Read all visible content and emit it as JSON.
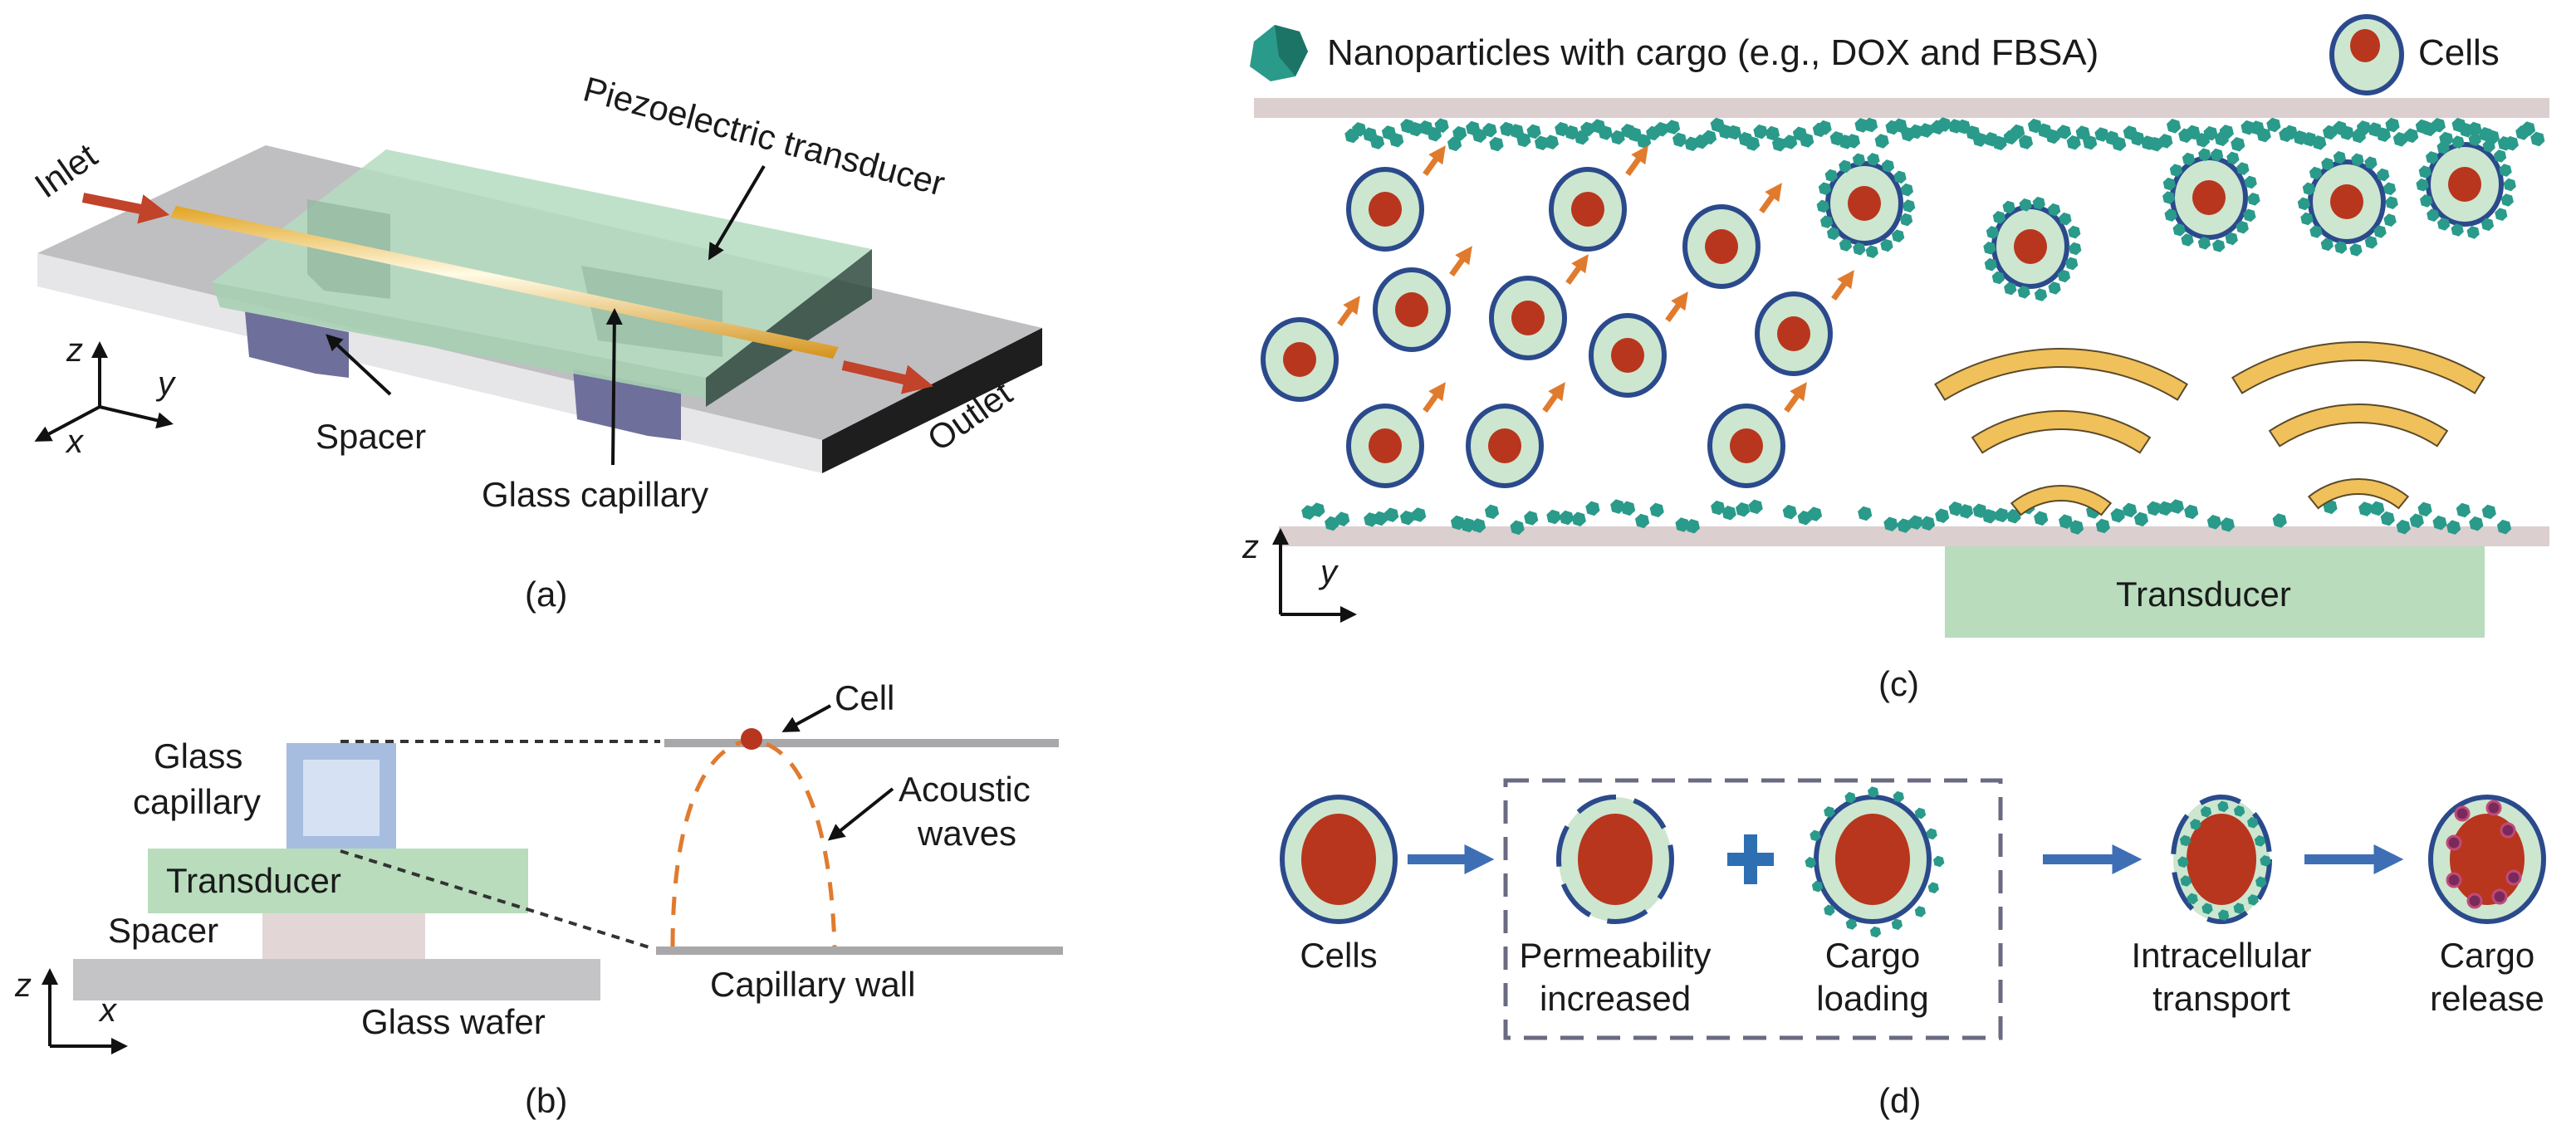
{
  "figure": {
    "panels": {
      "a": {
        "caption": "(a)",
        "labels": {
          "inlet": "Inlet",
          "outlet": "Outlet",
          "piezo": "Piezoelectric transducer",
          "spacer": "Spacer",
          "capillary": "Glass capillary"
        },
        "axes": {
          "z": "z",
          "y": "y",
          "x": "x"
        }
      },
      "b": {
        "caption": "(b)",
        "labels": {
          "glass_capillary_line1": "Glass",
          "glass_capillary_line2": "capillary",
          "transducer": "Transducer",
          "spacer": "Spacer",
          "glass_wafer": "Glass wafer",
          "cell": "Cell",
          "acoustic_line1": "Acoustic",
          "acoustic_line2": "waves",
          "capillary_wall": "Capillary wall"
        },
        "axes": {
          "z": "z",
          "x": "x"
        }
      },
      "c": {
        "caption": "(c)",
        "legend": {
          "nanoparticles": "Nanoparticles with cargo (e.g., DOX and FBSA)",
          "cells": "Cells"
        },
        "transducer": "Transducer",
        "axes": {
          "z": "z",
          "y": "y"
        }
      },
      "d": {
        "caption": "(d)",
        "steps": [
          {
            "line1": "Cells",
            "line2": ""
          },
          {
            "line1": "Permeability",
            "line2": "increased"
          },
          {
            "line1": "Cargo",
            "line2": "loading"
          },
          {
            "line1": "Intracellular",
            "line2": "transport"
          },
          {
            "line1": "Cargo",
            "line2": "release"
          }
        ]
      }
    },
    "colors": {
      "cell_fill": "#cde6cf",
      "cell_border": "#2b4a8c",
      "nucleus": "#b8361d",
      "nanoparticle": "#2a9a8a",
      "arrow_orange": "#e07b2e",
      "wave_fill": "#f0c05a",
      "transducer_green": "#b8dcbc",
      "wall_pink": "#dccfcf",
      "process_arrow": "#3e6fb5"
    }
  }
}
